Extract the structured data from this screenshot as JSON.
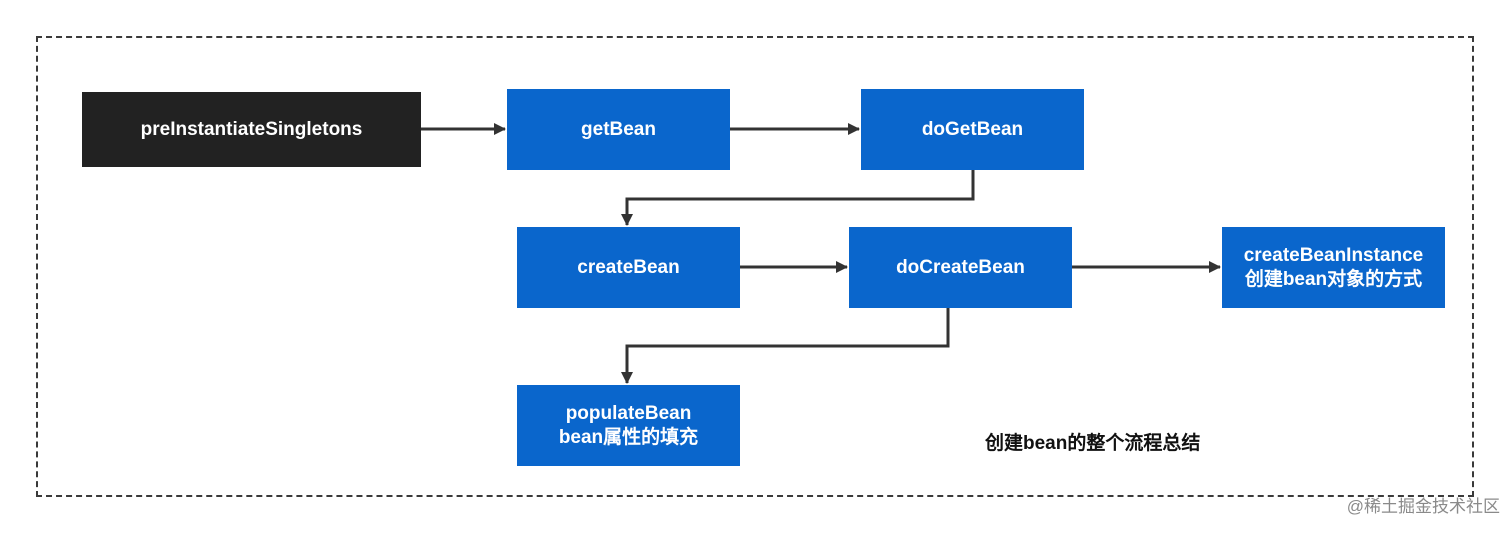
{
  "diagram": {
    "caption": "创建bean的整个流程总结",
    "watermark": "@稀土掘金技术社区",
    "nodes": {
      "preInstantiateSingletons": {
        "line1": "preInstantiateSingletons"
      },
      "getBean": {
        "line1": "getBean"
      },
      "doGetBean": {
        "line1": "doGetBean"
      },
      "createBean": {
        "line1": "createBean"
      },
      "doCreateBean": {
        "line1": "doCreateBean"
      },
      "createBeanInstance": {
        "line1": "createBeanInstance",
        "line2": "创建bean对象的方式"
      },
      "populateBean": {
        "line1": "populateBean",
        "line2": "bean属性的填充"
      }
    },
    "edges": [
      {
        "from": "preInstantiateSingletons",
        "to": "getBean"
      },
      {
        "from": "getBean",
        "to": "doGetBean"
      },
      {
        "from": "doGetBean",
        "to": "createBean"
      },
      {
        "from": "createBean",
        "to": "doCreateBean"
      },
      {
        "from": "doCreateBean",
        "to": "createBeanInstance"
      },
      {
        "from": "doCreateBean",
        "to": "populateBean"
      }
    ],
    "colors": {
      "node_blue": "#0a66cc",
      "node_dark": "#222222",
      "edge": "#333333",
      "frame": "#3a3a3a"
    }
  }
}
